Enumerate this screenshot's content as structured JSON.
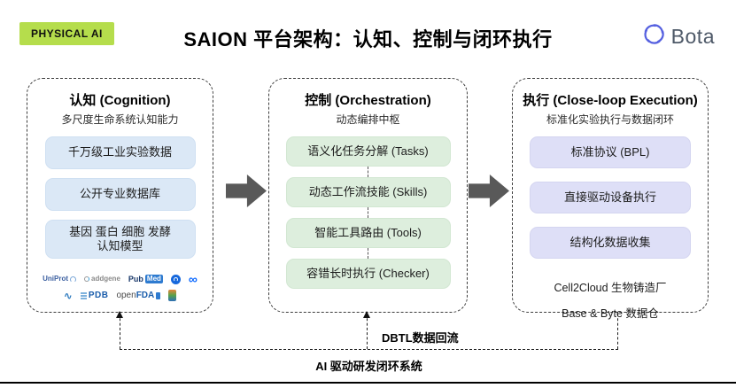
{
  "header": {
    "badge": "PHYSICAL AI",
    "title": "SAION 平台架构：认知、控制与闭环执行",
    "brand": "Bota"
  },
  "colors": {
    "badge_bg": "#b5dd4c",
    "cognition_item_bg": "#dbe8f6",
    "orchestration_item_bg": "#ddeedd",
    "execution_item_bg": "#dedff7",
    "arrow": "#595959",
    "brand_icon": "#5661e0"
  },
  "cognition": {
    "title": "认知 (Cognition)",
    "subtitle": "多尺度生命系统认知能力",
    "items": [
      "千万级工业实验数据",
      "公开专业数据库"
    ],
    "model_item_line1": "基因 蛋白 细胞 发酵",
    "model_item_line2": "认知模型",
    "logos": {
      "uniprot": "UniProt",
      "addgene": "addgene",
      "pubmed_part1": "Pub",
      "pubmed_part2": "Med",
      "meta_glyph": "∞",
      "wave_glyph": "∿",
      "pdb": "PDB",
      "openfda_part1": "open",
      "openfda_part2": "FDA"
    }
  },
  "orchestration": {
    "title": "控制 (Orchestration)",
    "subtitle": "动态编排中枢",
    "items": [
      "语义化任务分解 (Tasks)",
      "动态工作流技能 (Skills)",
      "智能工具路由 (Tools)",
      "容错长时执行 (Checker)"
    ]
  },
  "execution": {
    "title": "执行 (Close-loop Execution)",
    "subtitle": "标准化实验执行与数据闭环",
    "items": [
      "标准协议 (BPL)",
      "直接驱动设备执行",
      "结构化数据收集"
    ],
    "footnotes": [
      "Cell2Cloud 生物铸造厂",
      "Base & Byte 数据仓"
    ]
  },
  "feedback": {
    "dbtl_label": "DBTL数据回流",
    "loop_label": "AI 驱动研发闭环系统"
  }
}
